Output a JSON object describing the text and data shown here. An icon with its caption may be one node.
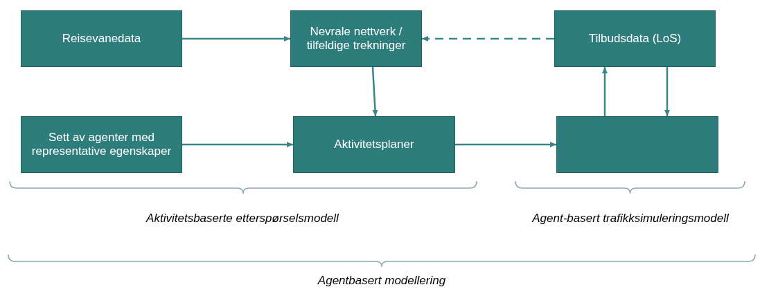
{
  "diagram": {
    "nodes": [
      {
        "text": [
          "Reisevanedata"
        ]
      },
      {
        "text": [
          "Nevrale nettverk / tilfeldige trekninger"
        ]
      },
      {
        "text": [
          "Tilbudsdata (LoS)"
        ]
      },
      {
        "text": [
          "Sett av agenter med representative egenskaper"
        ]
      },
      {
        "text": [
          "Aktivitetsplaner"
        ]
      },
      {
        "text": [],
        "shape": "box"
      }
    ],
    "edges": [
      {
        "from": 0,
        "to": 1,
        "arrow": "to"
      },
      {
        "from": 2,
        "to": 1,
        "arrow": "to",
        "style": "dashed"
      },
      {
        "from": 1,
        "to": 4,
        "arrow": "to"
      },
      {
        "from": 3,
        "to": 4,
        "arrow": "to"
      },
      {
        "from": 4,
        "to": 5,
        "arrow": "to"
      },
      {
        "from": 5,
        "to": 2,
        "arrow": "to"
      },
      {
        "from": 2,
        "to": 5,
        "arrow": "to"
      }
    ],
    "labels": [
      "Aktivitetsbaserte etterspørselsmodell",
      "Agent-basert trafikksimuleringsmodell",
      "Agentbasert modellering"
    ]
  }
}
